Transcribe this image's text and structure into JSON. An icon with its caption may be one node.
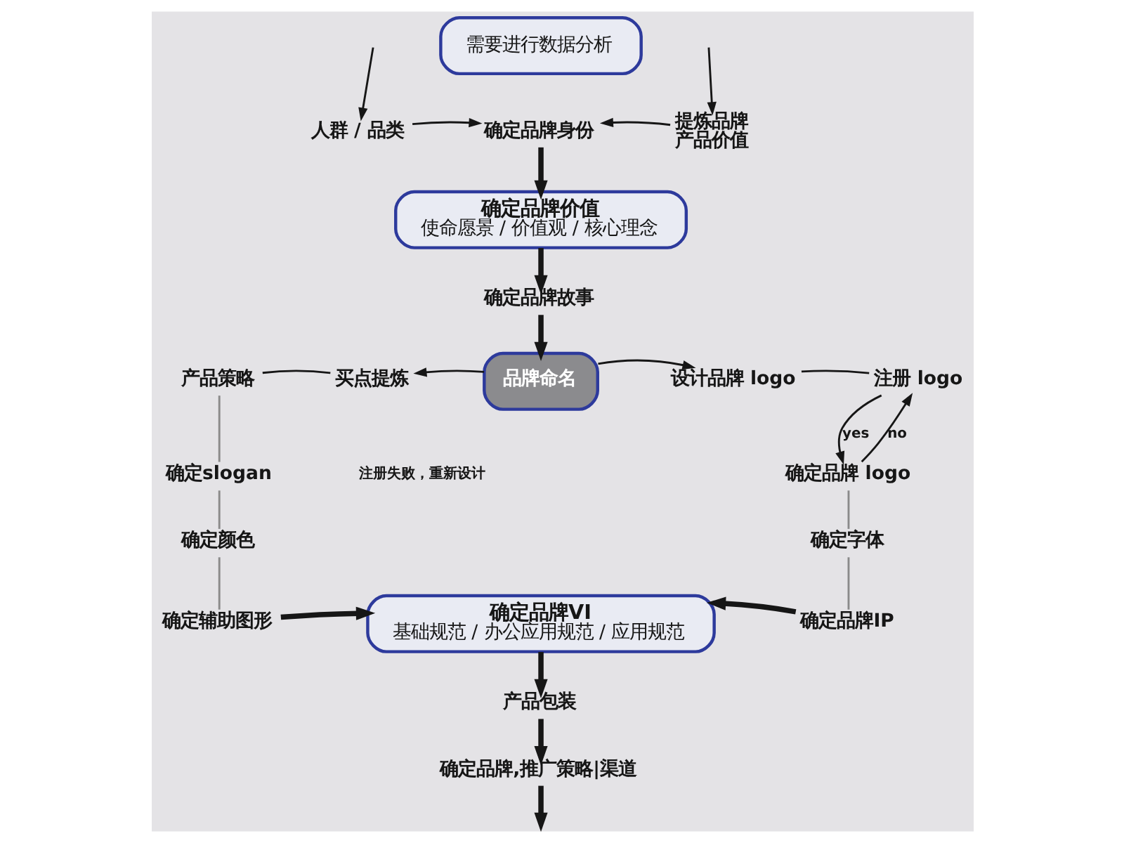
{
  "diagram": {
    "nodes": [
      {
        "text": [
          "需要进行数据分析"
        ]
      },
      {
        "text": [
          "人群 / 品类"
        ]
      },
      {
        "text": [
          "确定品牌身份"
        ]
      },
      {
        "text": [
          "提炼品牌产品价值"
        ]
      },
      {
        "text": [
          "确定品牌价值",
          "使命愿景 / 价值观 / 核心理念"
        ]
      },
      {
        "text": [
          "确定品牌故事"
        ]
      },
      {
        "text": [
          "品牌命名"
        ]
      },
      {
        "text": [
          "买点提炼"
        ]
      },
      {
        "text": [
          "产品策略"
        ]
      },
      {
        "text": [
          "确定slogan"
        ]
      },
      {
        "text": [
          "确定颜色"
        ]
      },
      {
        "text": [
          "确定辅助图形"
        ]
      },
      {
        "text": [
          "设计品牌 logo"
        ]
      },
      {
        "text": [
          "注册 logo"
        ]
      },
      {
        "text": [
          "确定品牌 logo"
        ]
      },
      {
        "text": [
          "确定字体"
        ]
      },
      {
        "text": [
          "确定品牌IP"
        ]
      },
      {
        "text": [
          "确定品牌VI",
          "基础规范 / 办公应用规范 / 应用规范"
        ]
      },
      {
        "text": [
          "产品包装"
        ]
      },
      {
        "text": [
          "确定品牌,推广策略|渠道"
        ]
      }
    ],
    "edges": [
      {
        "from": null,
        "to": 1,
        "arrow": "to"
      },
      {
        "from": null,
        "to": 3,
        "arrow": "to"
      },
      {
        "from": 1,
        "to": 2,
        "arrow": "to"
      },
      {
        "from": 3,
        "to": 2,
        "arrow": "to"
      },
      {
        "from": 2,
        "to": 4,
        "arrow": "to",
        "style": "thick"
      },
      {
        "from": 4,
        "to": 5,
        "arrow": "to",
        "style": "thick"
      },
      {
        "from": 5,
        "to": 6,
        "arrow": "to",
        "style": "thick"
      },
      {
        "from": 6,
        "to": 7,
        "arrow": "to"
      },
      {
        "from": 7,
        "to": 8,
        "arrow": "none"
      },
      {
        "from": 8,
        "to": 9,
        "arrow": "none",
        "color": "#8a8a8a"
      },
      {
        "from": 9,
        "to": 10,
        "arrow": "none",
        "color": "#8a8a8a"
      },
      {
        "from": 10,
        "to": 11,
        "arrow": "none",
        "color": "#8a8a8a"
      },
      {
        "from": 11,
        "to": 17,
        "arrow": "to",
        "style": "thick"
      },
      {
        "from": 6,
        "to": 12,
        "arrow": "to"
      },
      {
        "from": 12,
        "to": 13,
        "arrow": "none"
      },
      {
        "from": 14,
        "to": 13,
        "arrow": "to",
        "label": "no"
      },
      {
        "from": 13,
        "to": 14,
        "arrow": "to",
        "label": "yes"
      },
      {
        "from": 14,
        "to": 15,
        "arrow": "none",
        "color": "#8a8a8a"
      },
      {
        "from": 15,
        "to": 16,
        "arrow": "none",
        "color": "#8a8a8a"
      },
      {
        "from": 16,
        "to": 17,
        "arrow": "to",
        "style": "thick"
      },
      {
        "from": 17,
        "to": 18,
        "arrow": "to",
        "style": "thick"
      },
      {
        "from": 18,
        "to": 19,
        "arrow": "to",
        "style": "thick"
      },
      {
        "from": 19,
        "to": null,
        "arrow": "to",
        "style": "thick"
      }
    ],
    "labels": [
      "注册失败，重新设计"
    ]
  }
}
